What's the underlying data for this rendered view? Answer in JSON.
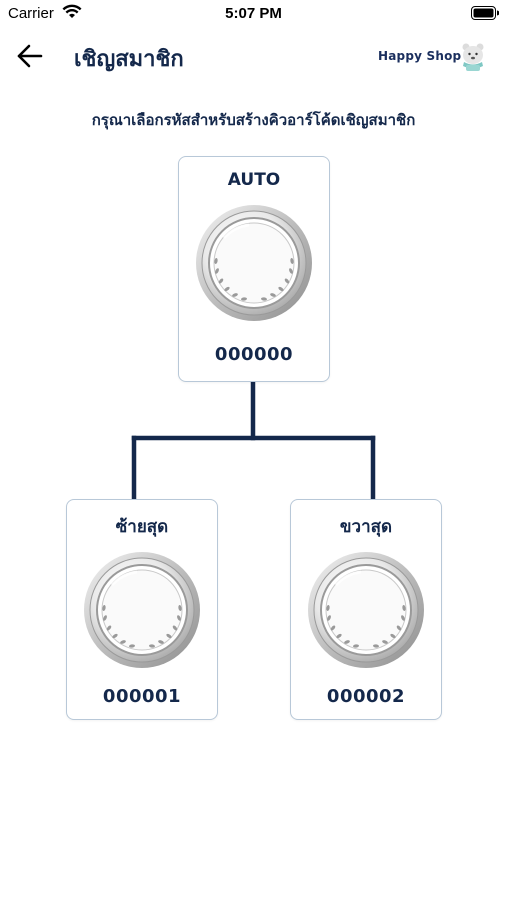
{
  "status_bar": {
    "carrier": "Carrier",
    "time": "5:07 PM"
  },
  "header": {
    "title": "เชิญสมาชิก",
    "brand": "Happy Shop",
    "back_icon": "arrow-left-icon",
    "logo_icon": "bear-mascot-logo"
  },
  "instruction": "กรุณาเลือกรหัสสำหรับสร้างคิวอาร์โค้ดเชิญสมาชิก",
  "cards": {
    "top": {
      "label": "AUTO",
      "code": "000000",
      "icon": "silver-medal-icon"
    },
    "left": {
      "label": "ซ้ายสุด",
      "code": "000001",
      "icon": "silver-medal-icon"
    },
    "right": {
      "label": "ขวาสุด",
      "code": "000002",
      "icon": "silver-medal-icon"
    }
  },
  "colors": {
    "primary": "#14284b",
    "card_border": "#b8c8d8",
    "connector": "#14284b",
    "medal": "#c8c8c8"
  }
}
